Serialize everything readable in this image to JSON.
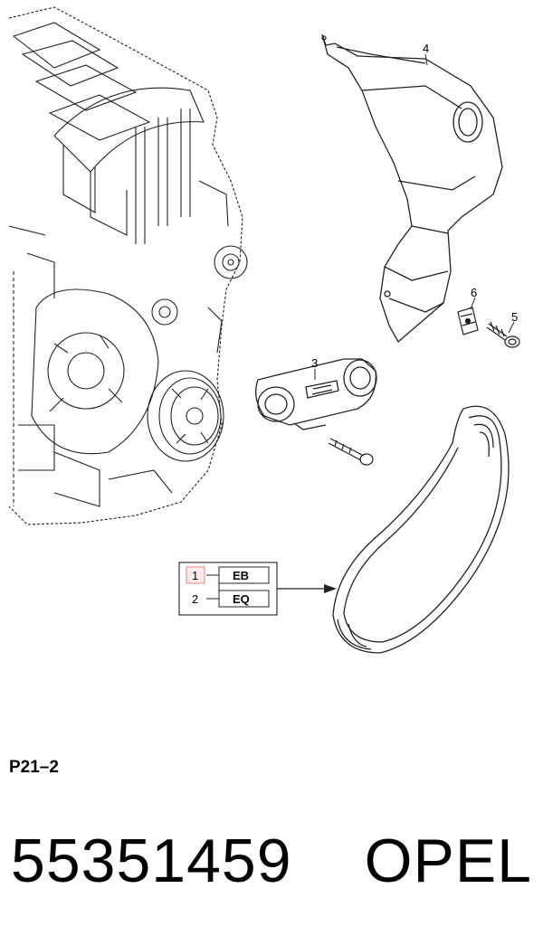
{
  "diagram": {
    "callouts": {
      "c1": "1",
      "c2": "2",
      "c3": "3",
      "c4": "4",
      "c5": "5",
      "c6": "6"
    },
    "codes": {
      "eb": "EB",
      "eq": "EQ"
    },
    "highlight_color": "#e88a8a"
  },
  "page_ref": "P21–2",
  "part_number": "55351459",
  "brand": "OPEL"
}
